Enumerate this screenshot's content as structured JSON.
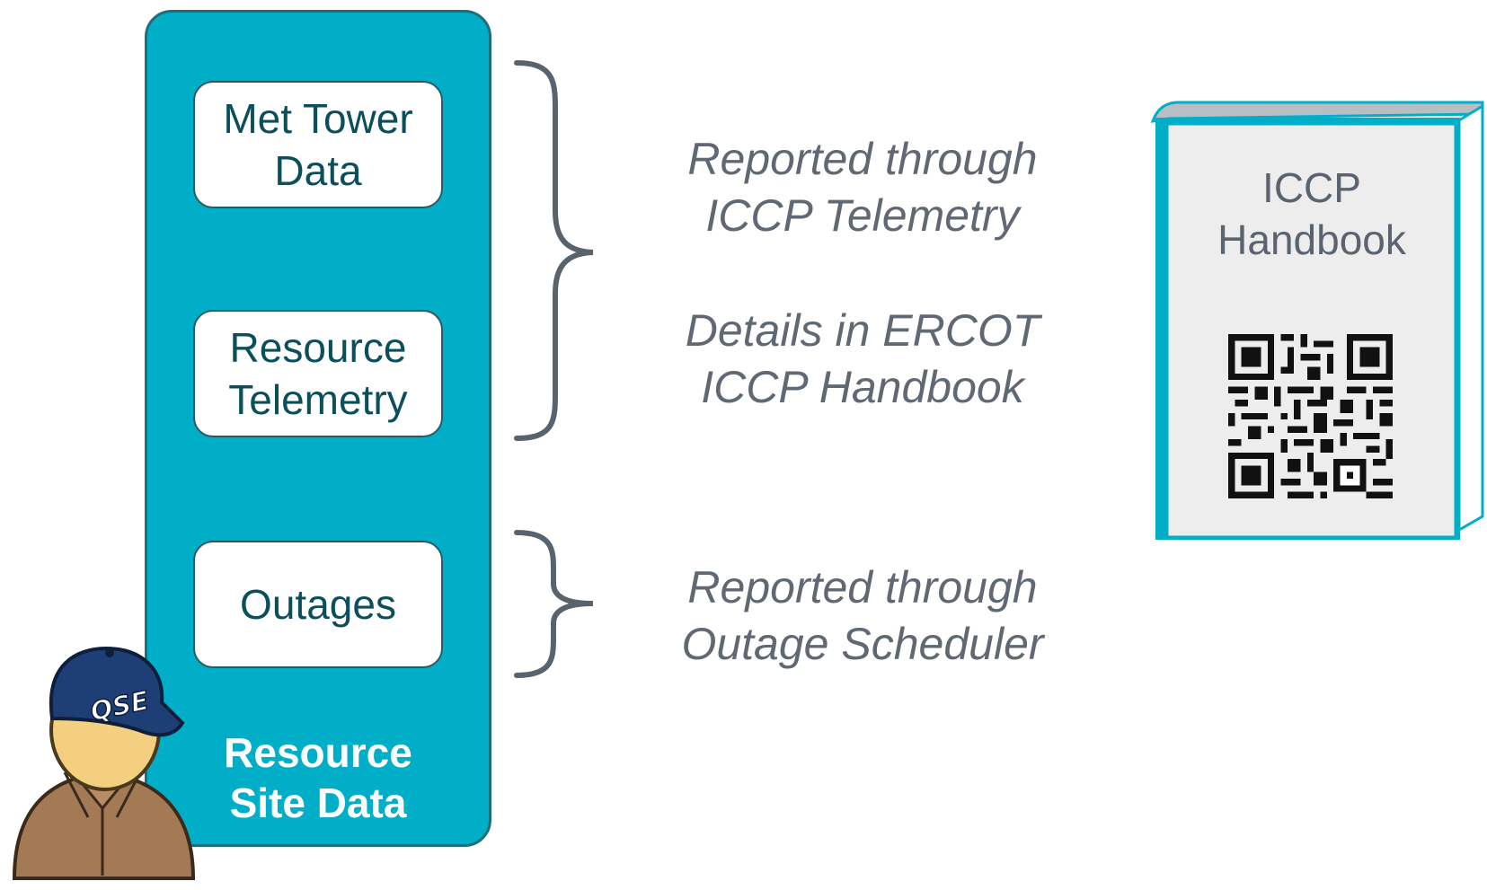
{
  "sections": [
    {
      "label": "Met Tower\nData"
    },
    {
      "label": "Resource\nTelemetry"
    },
    {
      "label": "Outages"
    }
  ],
  "panel_title": "Resource\nSite Data",
  "notes": {
    "iccp_reported": "Reported through\nICCP Telemetry",
    "iccp_details": "Details in ERCOT\nICCP Handbook",
    "outage_reported": "Reported through\nOutage Scheduler"
  },
  "handbook": {
    "title": "ICCP\nHandbook",
    "icon": "qr-code-icon"
  },
  "person": {
    "cap_text": "QSE",
    "icon": "qse-person-icon"
  },
  "colors": {
    "panel": "#00aec7",
    "box_text": "#0b4f5c",
    "note_text": "#5f6873",
    "book": "#00aec7"
  }
}
